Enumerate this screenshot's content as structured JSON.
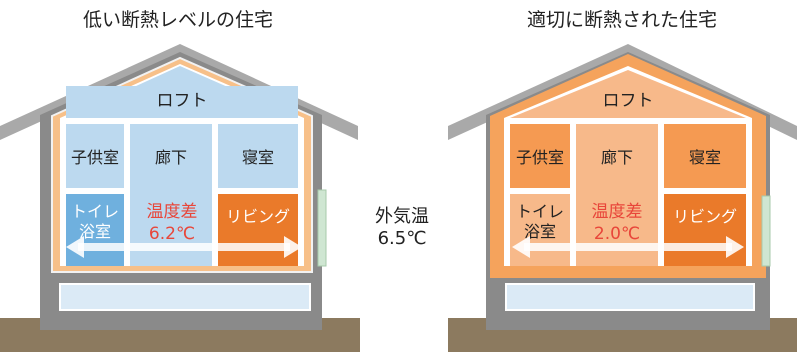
{
  "left_house": {
    "title": "低い断熱レベルの住宅",
    "rooms": {
      "loft": "ロフト",
      "kids_room": "子供室",
      "hallway": "廊下",
      "bedroom": "寝室",
      "toilet_line1": "トイレ",
      "bath": "浴室",
      "temp_diff_label": "温度差",
      "temp_diff_value": "6.2℃",
      "living": "リビング"
    }
  },
  "right_house": {
    "title": "適切に断熱された住宅",
    "rooms": {
      "loft": "ロフト",
      "kids_room": "子供室",
      "hallway": "廊下",
      "bedroom": "寝室",
      "toilet_line1": "トイレ",
      "bath": "浴室",
      "temp_diff_label": "温度差",
      "temp_diff_value": "2.0℃",
      "living": "リビング"
    }
  },
  "outside": {
    "label": "外気温",
    "value": "6.5℃"
  },
  "colors": {
    "wall_gray": "#8a8a8a",
    "roof_gray": "#a9a9a9",
    "ground": "#8c7a5f",
    "cold_room": "#bcd9ef",
    "cold_bath": "#6fb0de",
    "warm_living": "#ea7a2a",
    "warm_room": "#f59a52",
    "warm_light": "#f7b98a",
    "insulation": "#f5a35c",
    "diff_text": "#e8463a",
    "label_text": "#222222"
  }
}
